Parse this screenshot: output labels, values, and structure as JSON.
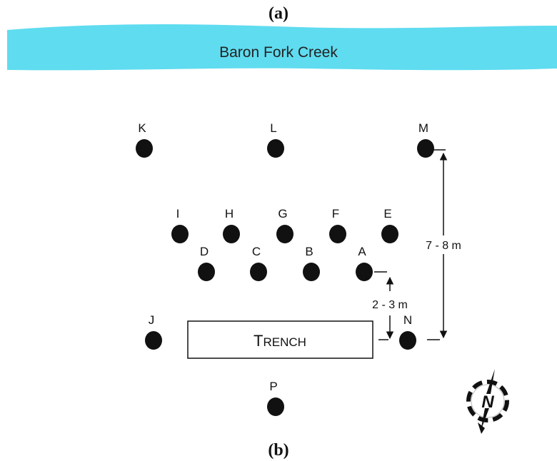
{
  "top_label": "(a)",
  "bottom_label": "(b)",
  "creek": {
    "label": "Baron Fork Creek",
    "color": "#5fdcf0"
  },
  "trench": {
    "label_first": "T",
    "label_rest": "RENCH"
  },
  "wells": [
    {
      "id": "K"
    },
    {
      "id": "L"
    },
    {
      "id": "M"
    },
    {
      "id": "I"
    },
    {
      "id": "H"
    },
    {
      "id": "G"
    },
    {
      "id": "F"
    },
    {
      "id": "E"
    },
    {
      "id": "D"
    },
    {
      "id": "C"
    },
    {
      "id": "B"
    },
    {
      "id": "A"
    },
    {
      "id": "J"
    },
    {
      "id": "N"
    },
    {
      "id": "P"
    }
  ],
  "dimensions": {
    "short_spacing": "2 - 3 m",
    "long_spacing": "7 - 8 m"
  },
  "compass": {
    "label": "N",
    "icon": "north-arrow-icon"
  },
  "colors": {
    "well": "#111111",
    "line": "#111111"
  }
}
